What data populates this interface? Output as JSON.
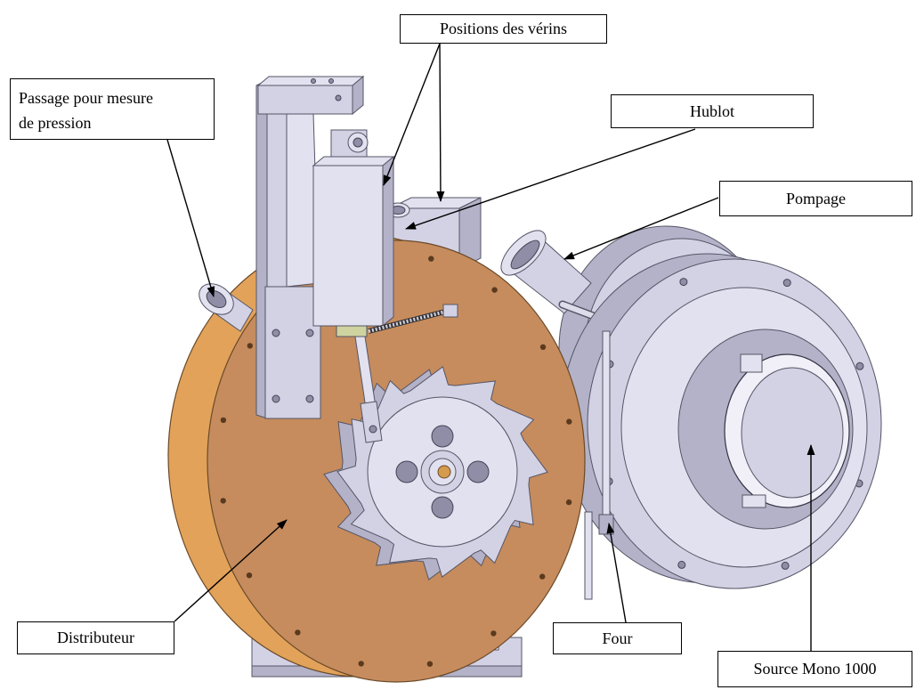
{
  "labels": {
    "positions_verins": "Positions des vérins",
    "passage_pression": [
      "Passage pour mesure",
      "de pression"
    ],
    "hublot": "Hublot",
    "pompage": "Pompage",
    "distributeur": "Distributeur",
    "four": "Four",
    "source_mono": "Source Mono 1000"
  },
  "colors": {
    "distributeur_face": "#c68c5d",
    "distributeur_rim": "#e2a259",
    "metal": "#d3d2e5",
    "arrow": "#000000"
  }
}
